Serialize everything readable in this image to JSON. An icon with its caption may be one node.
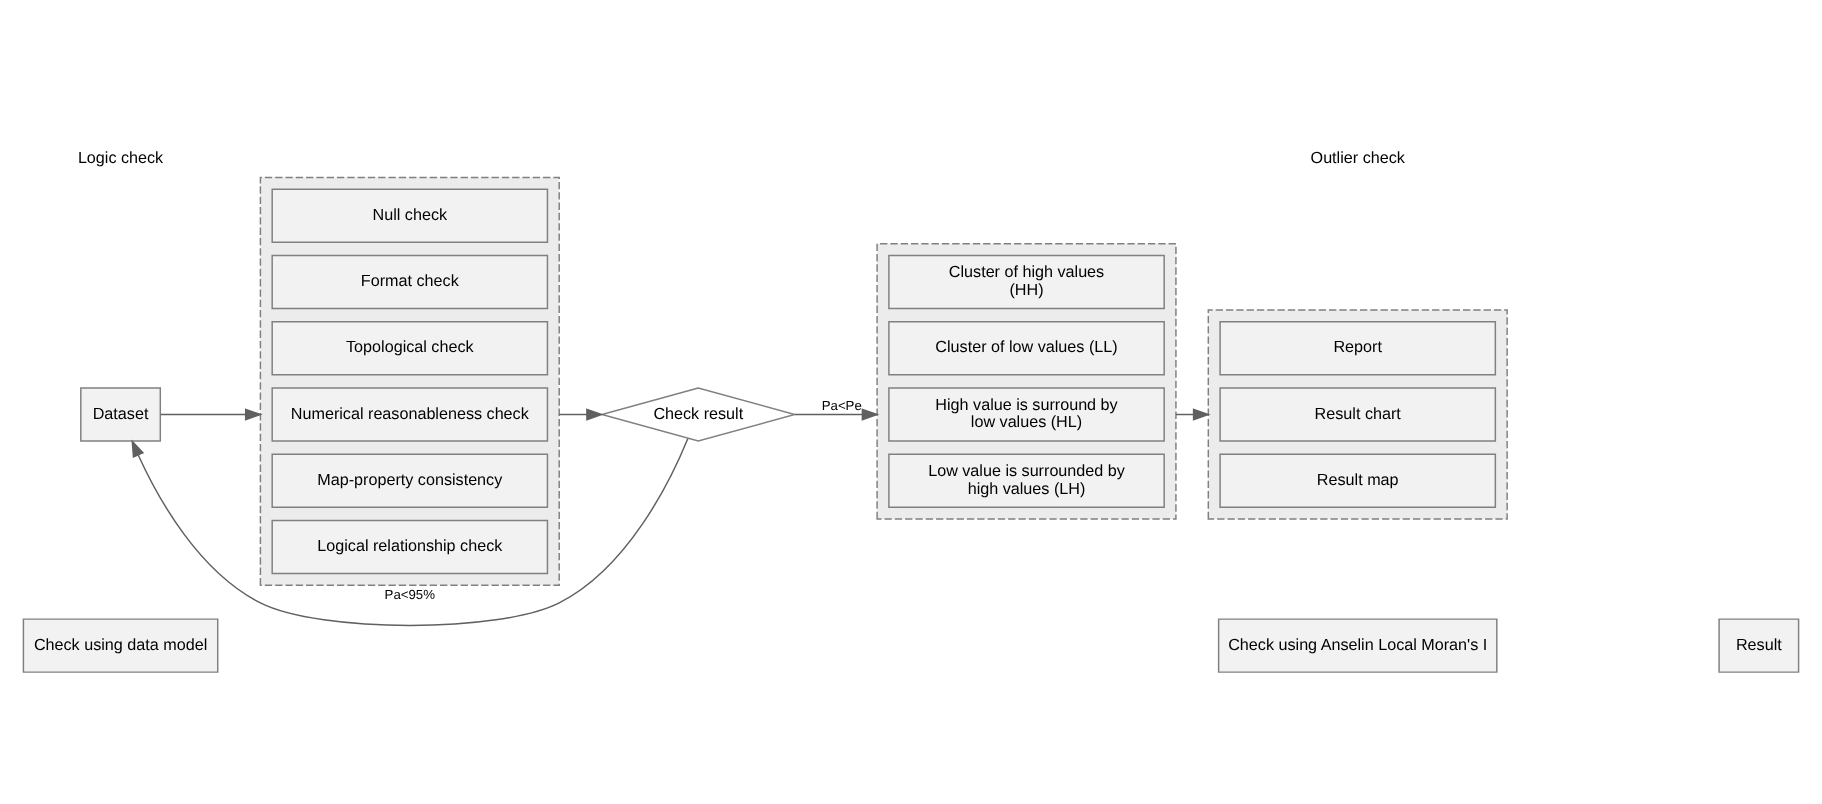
{
  "diagram": {
    "nodes": [
      {
        "text": [
          "Check using data model"
        ]
      },
      {
        "text": [
          "Check using Anselin Local Moran's I"
        ]
      },
      {
        "text": [
          "Result"
        ]
      },
      {
        "text": [
          "Dataset"
        ]
      },
      {
        "text": [],
        "shape": "box"
      },
      {
        "text": [
          "Null check"
        ],
        "in": 4
      },
      {
        "text": [
          "Format check"
        ],
        "in": 4
      },
      {
        "text": [
          "Topological check"
        ],
        "in": 4
      },
      {
        "text": [
          "Numerical reasonableness check"
        ],
        "in": 4
      },
      {
        "text": [
          "Map-property consistency"
        ],
        "in": 4
      },
      {
        "text": [
          "Logical relationship check"
        ],
        "in": 4
      },
      {
        "text": [
          "Check result"
        ]
      },
      {
        "text": [],
        "shape": "box"
      },
      {
        "text": [
          "Cluster of high values (HH)"
        ],
        "in": 12
      },
      {
        "text": [
          "Cluster of low values (LL)"
        ],
        "in": 12
      },
      {
        "text": [
          "High value is surround by low values (HL)"
        ],
        "in": 12
      },
      {
        "text": [
          "Low value is surrounded by high values (LH)"
        ],
        "in": 12
      },
      {
        "text": [],
        "shape": "box"
      },
      {
        "text": [
          "Report"
        ],
        "in": 17
      },
      {
        "text": [
          "Result chart"
        ],
        "in": 17
      },
      {
        "text": [
          "Result map"
        ],
        "in": 17
      }
    ],
    "edges": [
      {
        "from": 3,
        "to": 4,
        "arrow": "to"
      },
      {
        "from": 4,
        "to": 11,
        "arrow": "to"
      },
      {
        "from": 11,
        "to": 12,
        "arrow": "to",
        "label": "Pa<Pe"
      },
      {
        "from": 12,
        "to": 17,
        "arrow": "to"
      },
      {
        "from": 11,
        "to": 3,
        "arrow": "to",
        "label": "Pa<95%"
      }
    ],
    "labels": [
      "Logic check",
      "Outlier check"
    ]
  }
}
